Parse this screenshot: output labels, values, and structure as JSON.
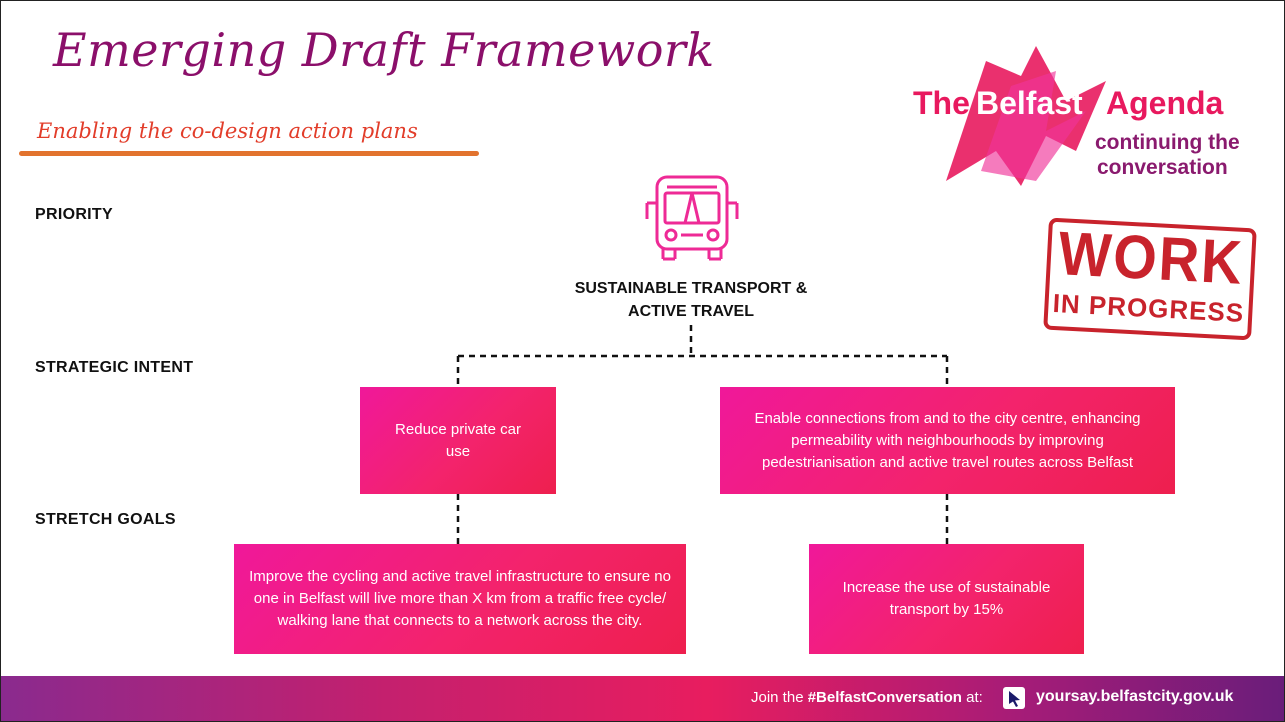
{
  "title": "Emerging Draft Framework",
  "subtitle": "Enabling the co-design action plans",
  "logo": {
    "the": "The",
    "belfast": "Belfast",
    "agenda": "Agenda",
    "tagline_line1": "continuing the",
    "tagline_line2": "conversation"
  },
  "stamp": {
    "line1": "WORK",
    "line2": "IN PROGRESS"
  },
  "row_labels": {
    "priority": "PRIORITY",
    "strategic_intent": "STRATEGIC INTENT",
    "stretch_goals": "STRETCH GOALS"
  },
  "priority": {
    "icon": "bus-icon",
    "line1": "SUSTAINABLE TRANSPORT &",
    "line2": "ACTIVE TRAVEL"
  },
  "strategic_intents": [
    "Reduce private car use",
    "Enable connections from and to the city centre, enhancing permeability with neighbourhoods by improving pedestrianisation and active travel routes across Belfast"
  ],
  "stretch_goals": [
    "Improve the cycling and active travel infrastructure to ensure no one in Belfast will live more than X km from a traffic free cycle/ walking lane that connects to a network across the city.",
    "Increase the use of sustainable transport by 15%"
  ],
  "footer": {
    "prefix": "Join the ",
    "hashtag": "#BelfastConversation",
    "suffix": " at:",
    "url": "yoursay.belfastcity.gov.uk"
  },
  "colors": {
    "title": "#8b0f6a",
    "subtitle": "#e23d2a",
    "accent_pink": "#f0189a",
    "box_end": "#ee1f4e",
    "stamp": "#c8232c"
  }
}
